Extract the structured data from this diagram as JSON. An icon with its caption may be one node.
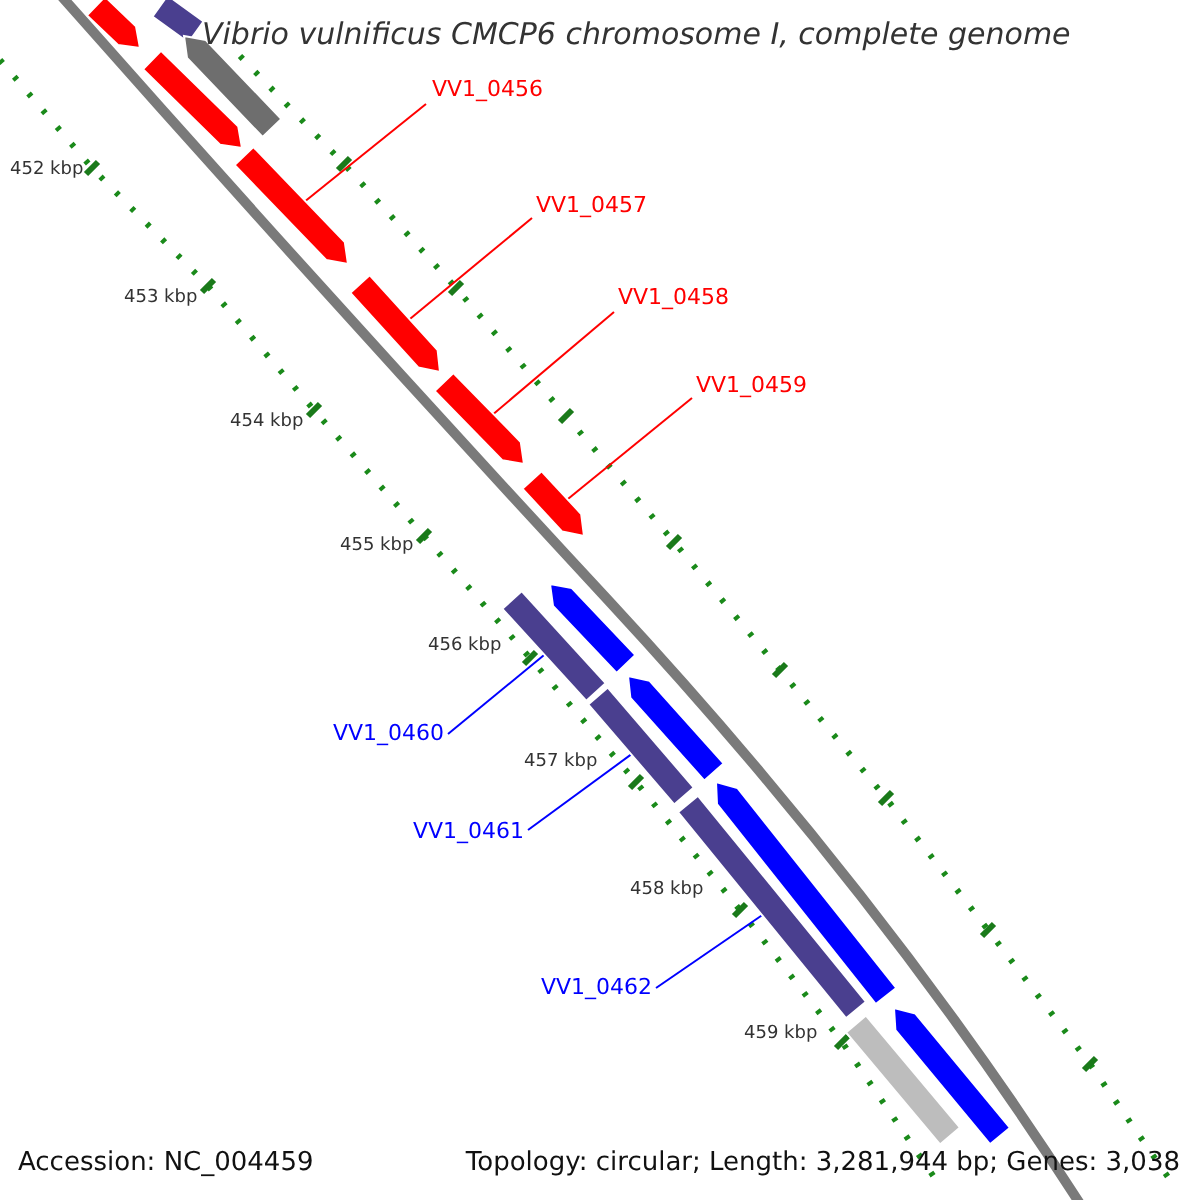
{
  "diagram": {
    "title": "Vibrio vulnificus CMCP6 chromosome I, complete genome",
    "nodes": [
      {
        "text": [
          "VV1_0456"
        ]
      },
      {
        "text": [
          "VV1_0457"
        ]
      },
      {
        "text": [
          "VV1_0458"
        ]
      },
      {
        "text": [
          "VV1_0459"
        ]
      },
      {
        "text": [
          "VV1_0460"
        ]
      },
      {
        "text": [
          "VV1_0461"
        ]
      },
      {
        "text": [
          "VV1_0462"
        ]
      },
      {
        "text": [],
        "shape": "arrow"
      },
      {
        "text": [],
        "shape": "bar"
      },
      {
        "text": [],
        "shape": "arrow"
      },
      {
        "text": [],
        "shape": "arrow"
      },
      {
        "text": [],
        "shape": "arrow"
      },
      {
        "text": [],
        "shape": "arrow"
      },
      {
        "text": [],
        "shape": "arrow"
      },
      {
        "text": [],
        "shape": "arrow"
      },
      {
        "text": [],
        "shape": "arrow"
      },
      {
        "text": [],
        "shape": "bar"
      },
      {
        "text": [],
        "shape": "arrow"
      },
      {
        "text": [],
        "shape": "bar"
      },
      {
        "text": [],
        "shape": "arrow"
      },
      {
        "text": [],
        "shape": "bar"
      },
      {
        "text": [],
        "shape": "arrow"
      },
      {
        "text": [],
        "shape": "bar"
      }
    ],
    "edges": [
      {
        "from": 0,
        "to": 11,
        "arrow": "none",
        "color": "#ff0000"
      },
      {
        "from": 1,
        "to": 12,
        "arrow": "none",
        "color": "#ff0000"
      },
      {
        "from": 2,
        "to": 13,
        "arrow": "none",
        "color": "#ff0000"
      },
      {
        "from": 3,
        "to": 14,
        "arrow": "none",
        "color": "#ff0000"
      },
      {
        "from": 4,
        "to": 16,
        "arrow": "none",
        "color": "#0000ff"
      },
      {
        "from": 5,
        "to": 18,
        "arrow": "none",
        "color": "#0000ff"
      },
      {
        "from": 6,
        "to": 20,
        "arrow": "none",
        "color": "#0000ff"
      }
    ],
    "labels": [
      "452 kbp",
      "453 kbp",
      "454 kbp",
      "455 kbp",
      "456 kbp",
      "457 kbp",
      "458 kbp",
      "459 kbp",
      "Accession: NC_004459",
      "Topology: circular; Length: 3,281,944 bp; Genes: 3,038"
    ]
  }
}
